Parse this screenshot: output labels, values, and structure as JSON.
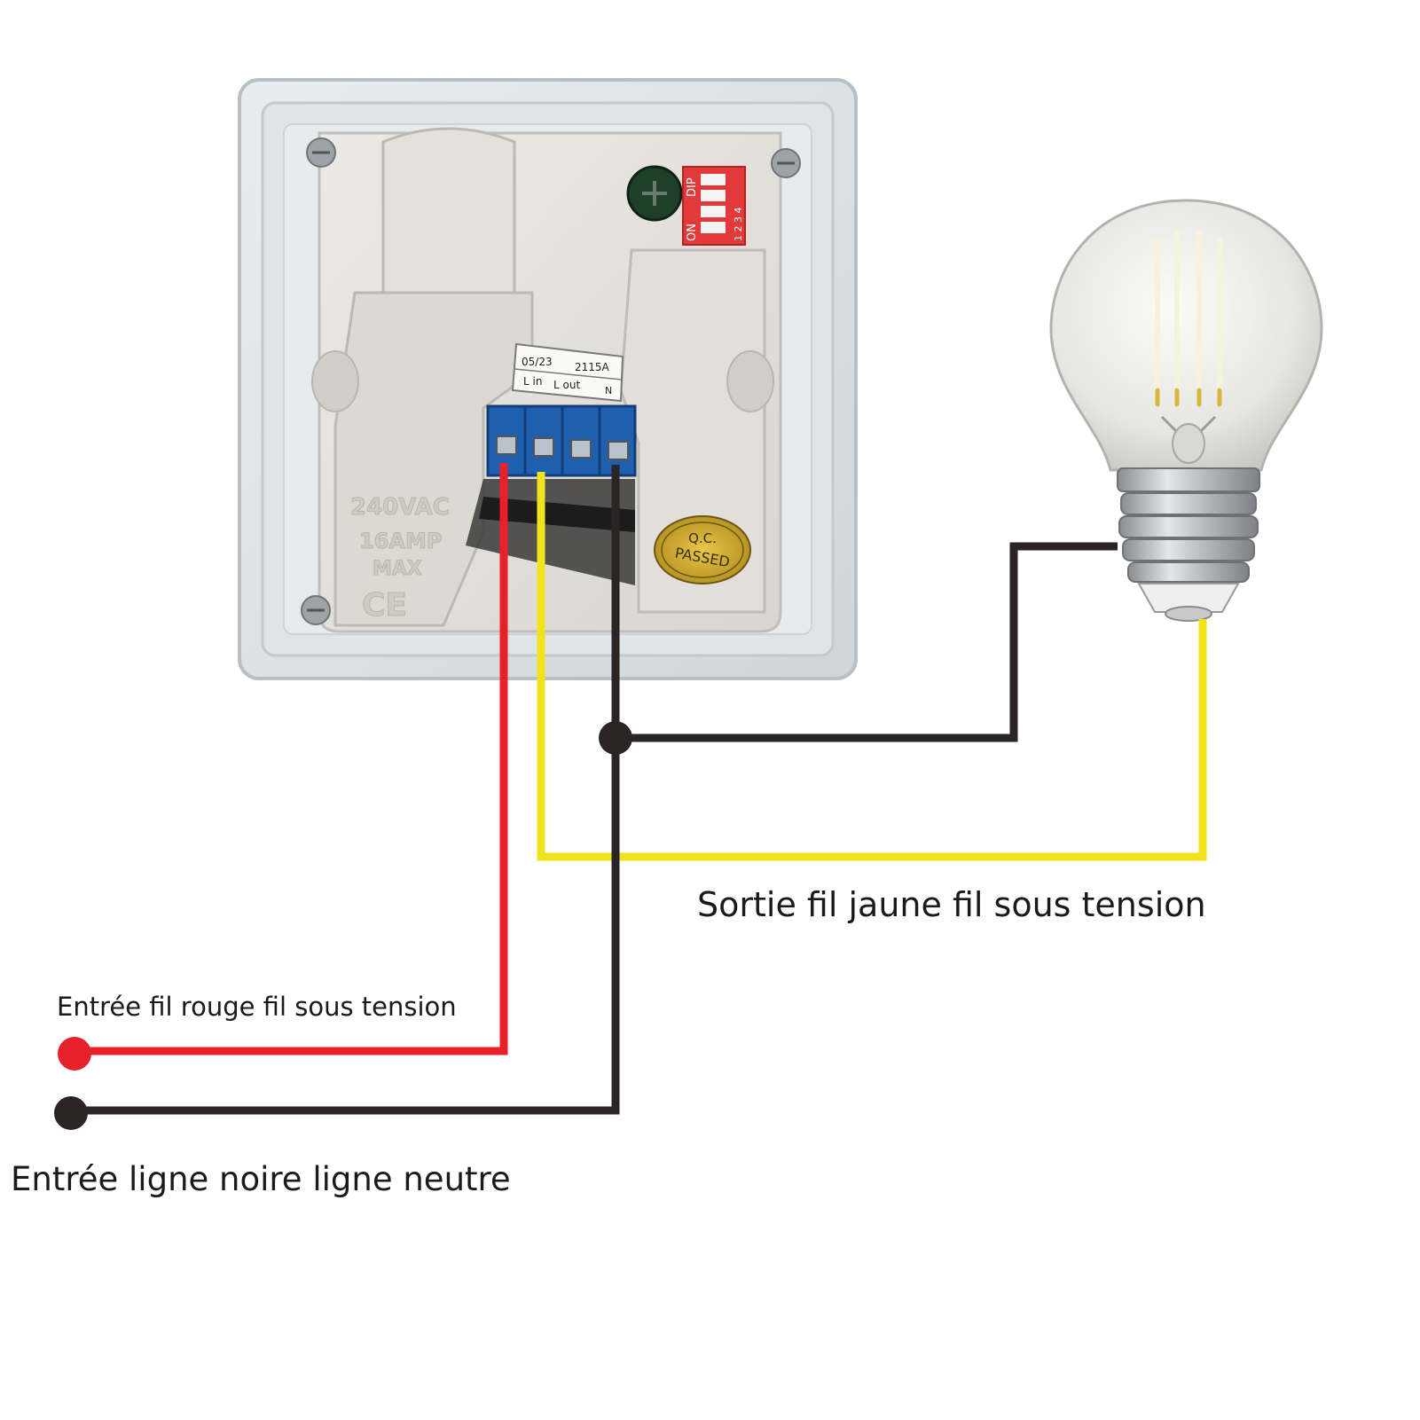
{
  "labels": {
    "output_yellow": "Sortie fil jaune fil sous tension",
    "input_red": "Entrée fil rouge fil sous tension",
    "input_black": "Entrée ligne noire ligne neutre"
  },
  "device": {
    "dip_top": "DIP",
    "dip_on": "ON",
    "dip_numbers": "1 2 3 4",
    "terminal_code_left": "05/23",
    "terminal_code_right": "2115A",
    "terminal_l_in": "L in",
    "terminal_l_out": "L out",
    "terminal_n": "N",
    "rating_voltage": "240VAC",
    "rating_current": "16AMP",
    "rating_max": "MAX",
    "ce_mark": "CE",
    "qc_line1": "Q.C.",
    "qc_line2": "PASSED"
  },
  "colors": {
    "wire_red": "#e8202a",
    "wire_yellow": "#f2e21c",
    "wire_black": "#2a2424",
    "terminal_blue": "#1f5fb0",
    "dip_red": "#e23a3a"
  }
}
